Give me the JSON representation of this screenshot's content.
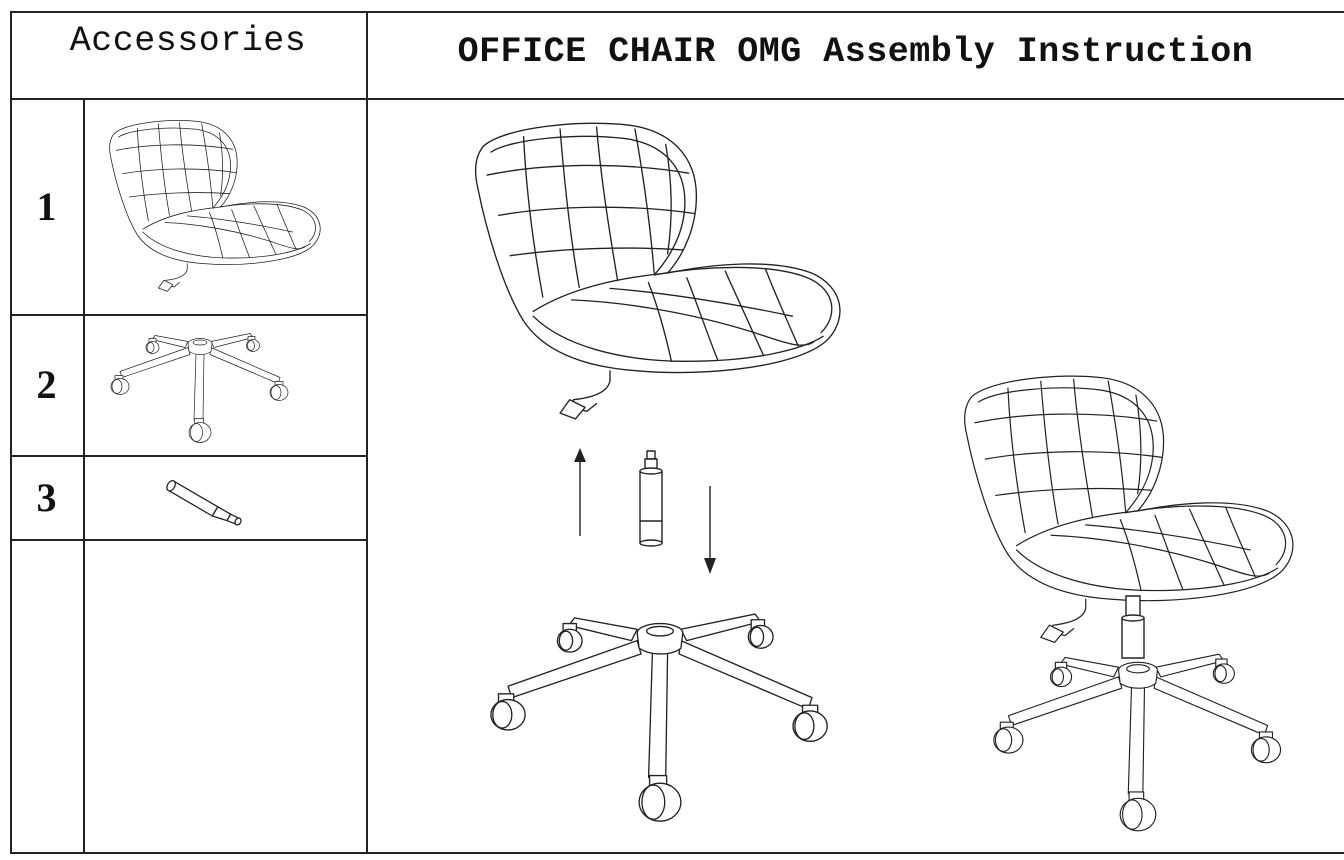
{
  "header": {
    "accessories_label": "Accessories",
    "title": "OFFICE CHAIR OMG Assembly Instruction"
  },
  "accessories": [
    {
      "number": "1",
      "part": "chair-seat-shell"
    },
    {
      "number": "2",
      "part": "five-star-base-with-casters"
    },
    {
      "number": "3",
      "part": "gas-lift-cylinder"
    }
  ],
  "colors": {
    "line": "#222222",
    "background": "#ffffff"
  }
}
